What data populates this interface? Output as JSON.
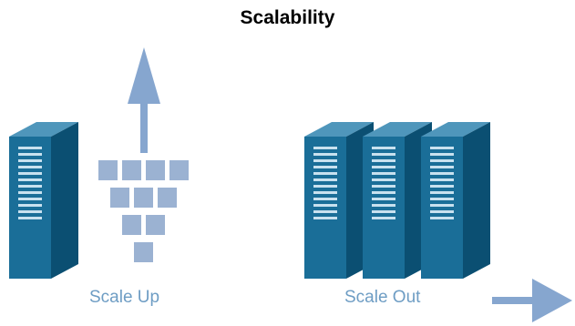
{
  "title": "Scalability",
  "labels": {
    "scale_up": "Scale Up",
    "scale_out": "Scale Out"
  },
  "colors": {
    "server_front": "#1a6e98",
    "server_side": "#0b4f72",
    "server_top": "#4f96bb",
    "vent": "#c8e1ef",
    "block": "#9bb2d2",
    "arrow": "#86a6cf",
    "label": "#6e9dc4"
  }
}
